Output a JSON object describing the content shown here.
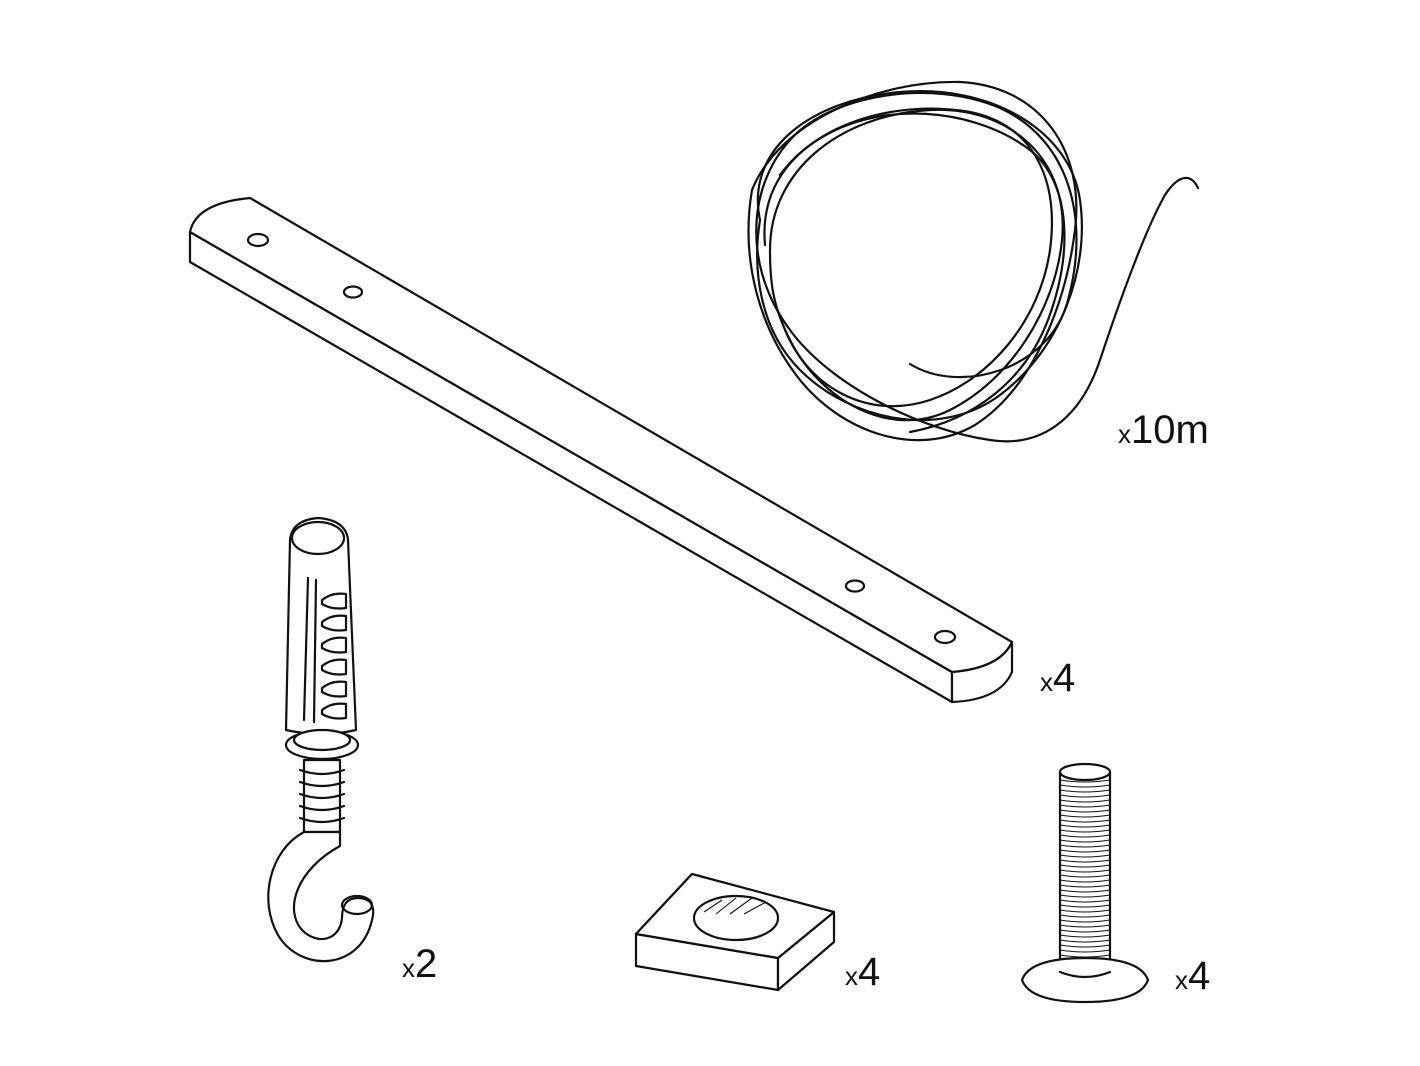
{
  "parts": [
    {
      "id": "rope",
      "icon": "coiled-rope-icon",
      "prefix": "x",
      "amount": "10m"
    },
    {
      "id": "bar",
      "icon": "mounting-bar-icon",
      "prefix": "x",
      "amount": "4"
    },
    {
      "id": "hook",
      "icon": "wall-plug-hook-icon",
      "prefix": "x",
      "amount": "2"
    },
    {
      "id": "nut",
      "icon": "square-nut-icon",
      "prefix": "x",
      "amount": "4"
    },
    {
      "id": "bolt",
      "icon": "bolt-icon",
      "prefix": "x",
      "amount": "4"
    }
  ],
  "colors": {
    "ink": "#111111",
    "background": "#ffffff"
  }
}
